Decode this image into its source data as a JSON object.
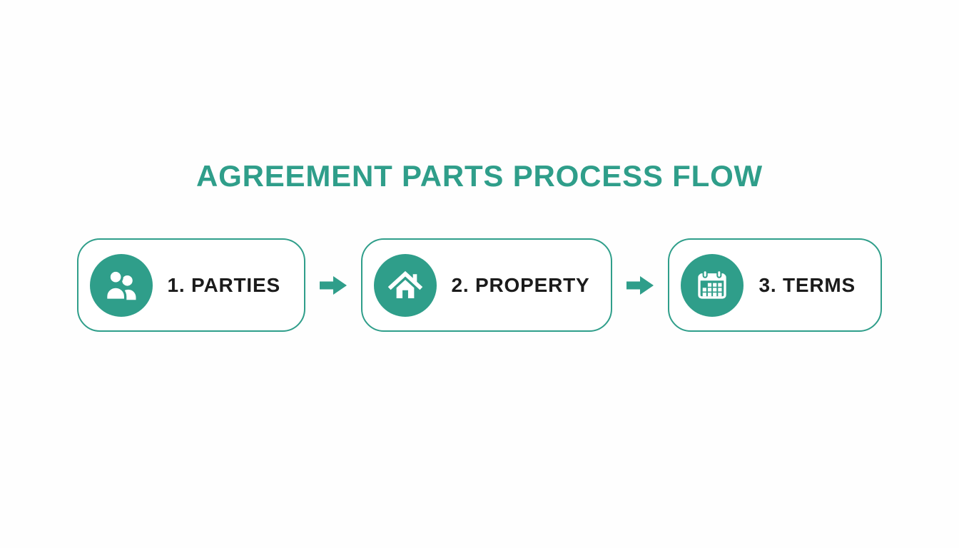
{
  "title": "AGREEMENT PARTS PROCESS FLOW",
  "colors": {
    "accent": "#2f9e8a",
    "label_text": "#1b1b1b",
    "background": "#fefefe"
  },
  "flow": {
    "connector_icon": "arrow-right-icon",
    "steps": [
      {
        "label": "1. PARTIES",
        "icon": "people-icon"
      },
      {
        "label": "2. PROPERTY",
        "icon": "house-icon"
      },
      {
        "label": "3. TERMS",
        "icon": "calendar-icon"
      }
    ]
  }
}
